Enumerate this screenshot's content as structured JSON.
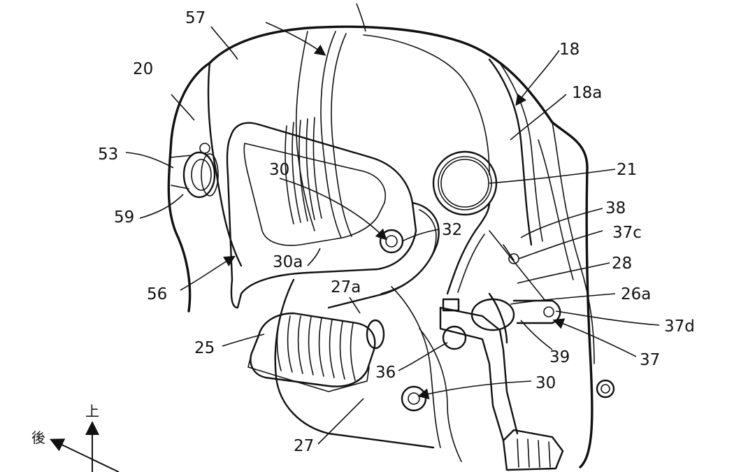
{
  "labels": {
    "l57": "57",
    "l20": "20",
    "l53": "53",
    "l59": "59",
    "l56": "56",
    "l30a_top": "30",
    "l30a": "30a",
    "l32": "32",
    "l27a": "27a",
    "l25": "25",
    "l36": "36",
    "l27": "27",
    "l18": "18",
    "l18a": "18a",
    "l21": "21",
    "l38": "38",
    "l37c": "37c",
    "l28": "28",
    "l26a": "26a",
    "l37d": "37d",
    "l39": "39",
    "l37": "37",
    "l30_bottom": "30"
  },
  "directions": {
    "up": "上",
    "rear": "後"
  }
}
